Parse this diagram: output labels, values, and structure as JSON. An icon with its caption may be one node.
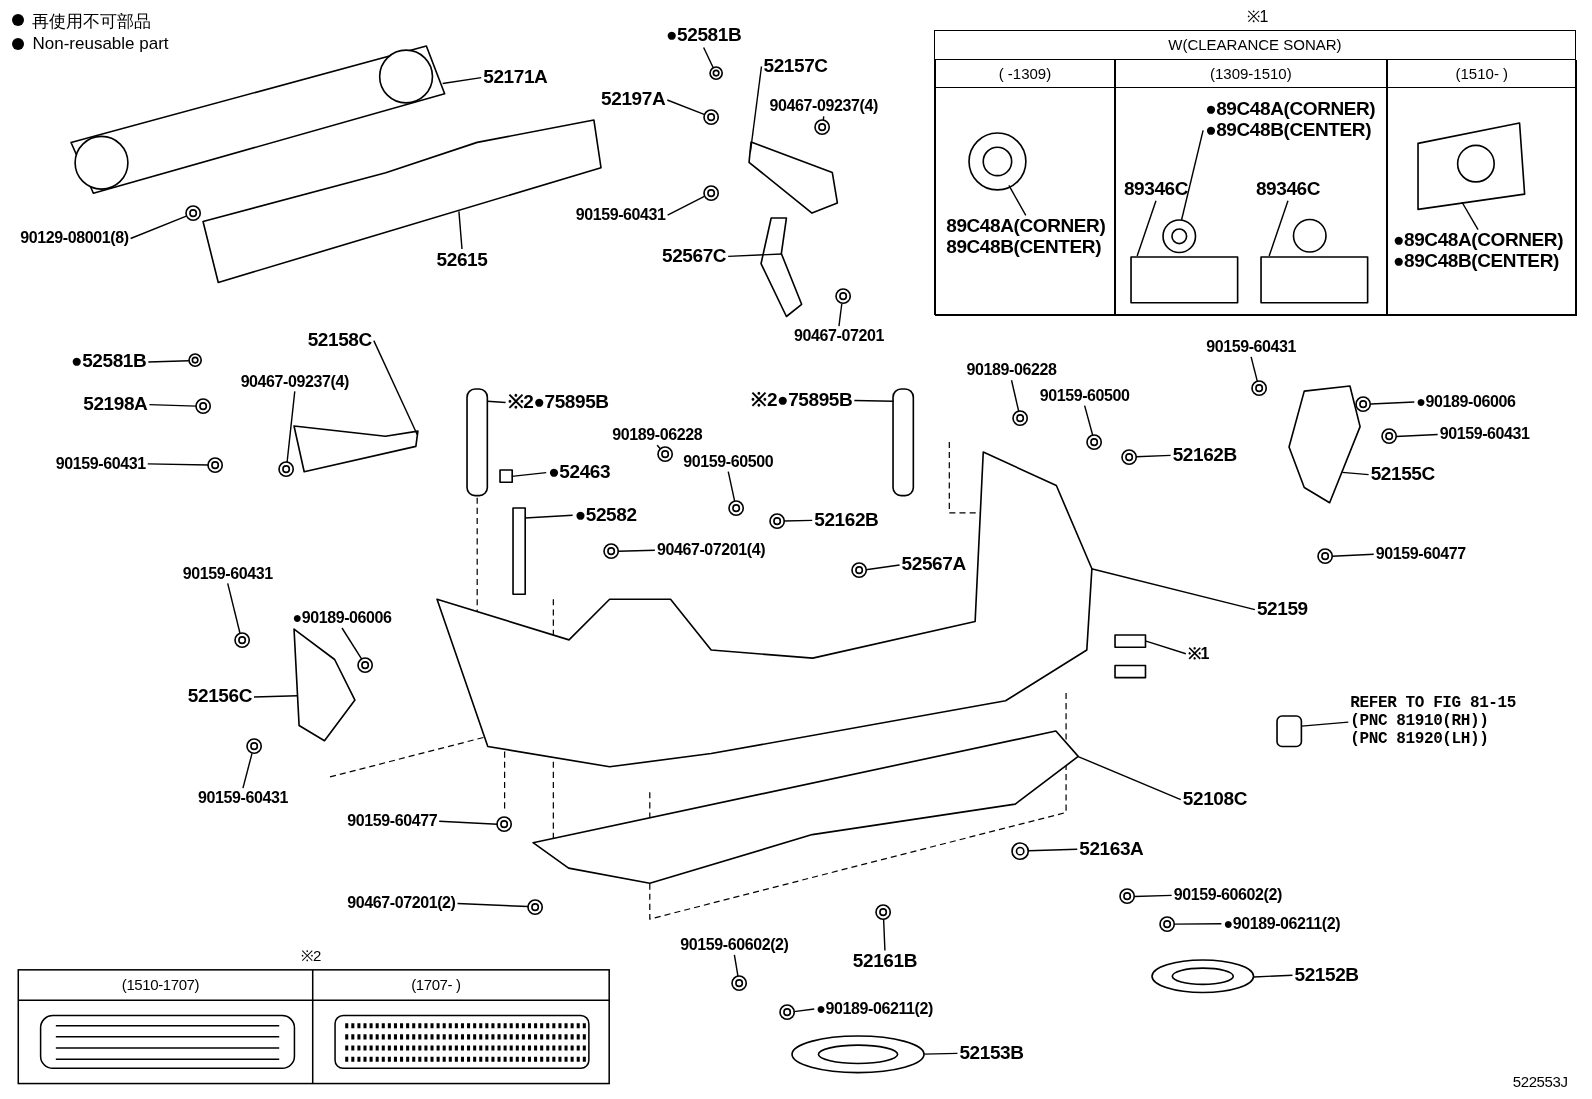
{
  "diagram": {
    "nodes": [
      {
        "text": [
          "90129-08001(8)"
        ]
      },
      {
        "text": [
          "52171A"
        ]
      },
      {
        "text": [
          "52615"
        ]
      },
      {
        "text": [
          "●52581B"
        ]
      },
      {
        "text": [
          "52197A"
        ]
      },
      {
        "text": [
          "52157C"
        ]
      },
      {
        "text": [
          "90467-09237(4)"
        ]
      },
      {
        "text": [
          "90159-60431"
        ]
      },
      {
        "text": [
          "52567C"
        ]
      },
      {
        "text": [
          "90467-07201"
        ]
      },
      {
        "text": [
          "W(CLEARANCE SONAR)"
        ],
        "beside": [
          "※1"
        ]
      },
      {
        "text": [
          "( -1309)"
        ],
        "in": 10
      },
      {
        "text": [
          "89C48A(CORNER)"
        ],
        "in": 11
      },
      {
        "text": [
          "89C48B(CENTER)"
        ],
        "in": 11
      },
      {
        "text": [
          "(1309-1510)"
        ],
        "in": 10
      },
      {
        "text": [
          "●89C48A(CORNER)"
        ],
        "in": 14
      },
      {
        "text": [
          "●89C48B(CENTER)"
        ],
        "in": 14
      },
      {
        "text": [
          "89346C"
        ],
        "in": 14
      },
      {
        "text": [
          "89346C"
        ],
        "in": 14
      },
      {
        "text": [
          "(1510- )"
        ],
        "in": 10
      },
      {
        "text": [
          "●89C48A(CORNER)"
        ],
        "in": 19
      },
      {
        "text": [
          "●89C48B(CENTER)"
        ],
        "in": 19
      },
      {
        "text": [
          "●52581B"
        ]
      },
      {
        "text": [
          "52198A"
        ]
      },
      {
        "text": [
          "90159-60431"
        ]
      },
      {
        "text": [
          "52158C"
        ]
      },
      {
        "text": [
          "90467-09237(4)"
        ]
      },
      {
        "text": [
          "※2●75895B"
        ]
      },
      {
        "text": [
          "●52463"
        ]
      },
      {
        "text": [
          "●52582"
        ]
      },
      {
        "text": [
          "90189-06228"
        ]
      },
      {
        "text": [
          "90159-60500"
        ]
      },
      {
        "text": [
          "52162B"
        ]
      },
      {
        "text": [
          "90467-07201(4)"
        ]
      },
      {
        "text": [
          "※2●75895B"
        ]
      },
      {
        "text": [
          "90189-06228"
        ]
      },
      {
        "text": [
          "90159-60500"
        ]
      },
      {
        "text": [
          "52162B"
        ]
      },
      {
        "text": [
          "52567A"
        ]
      },
      {
        "text": [
          "90159-60431"
        ]
      },
      {
        "text": [
          "●90189-06006"
        ]
      },
      {
        "text": [
          "90159-60431"
        ]
      },
      {
        "text": [
          "52155C"
        ]
      },
      {
        "text": [
          "90159-60477"
        ]
      },
      {
        "text": [
          "52159"
        ]
      },
      {
        "text": [
          "※1"
        ]
      },
      {
        "text": [
          "REFER TO FIG 81-15 (PNC 81910(RH)) (PNC 81920(LH))"
        ]
      },
      {
        "text": [
          "90159-60431"
        ]
      },
      {
        "text": [
          "●90189-06006"
        ]
      },
      {
        "text": [
          "52156C"
        ]
      },
      {
        "text": [
          "90159-60431"
        ]
      },
      {
        "text": [
          "90159-60477"
        ]
      },
      {
        "text": [
          "52108C"
        ]
      },
      {
        "text": [
          "52163A"
        ]
      },
      {
        "text": [
          "90467-07201(2)"
        ]
      },
      {
        "text": [
          "52161B"
        ]
      },
      {
        "text": [
          "90159-60602(2)"
        ]
      },
      {
        "text": [
          "●90189-06211(2)"
        ]
      },
      {
        "text": [
          "52152B"
        ]
      },
      {
        "text": [
          "90159-60602(2)"
        ]
      },
      {
        "text": [
          "●90189-06211(2)"
        ]
      },
      {
        "text": [
          "52153B"
        ]
      },
      {
        "text": [],
        "shape": "picture"
      },
      {
        "text": [],
        "shape": "picture"
      },
      {
        "text": [],
        "shape": "picture"
      },
      {
        "text": [],
        "shape": "picture"
      },
      {
        "text": [],
        "shape": "picture"
      },
      {
        "text": [],
        "shape": "picture"
      },
      {
        "text": [],
        "shape": "picture"
      },
      {
        "text": [],
        "shape": "picture"
      },
      {
        "text": [],
        "shape": "picture"
      },
      {
        "text": [],
        "shape": "picture"
      },
      {
        "text": [],
        "shape": "picture",
        "in": 11
      },
      {
        "text": [],
        "shape": "picture",
        "in": 14
      },
      {
        "text": [],
        "shape": "box",
        "in": 14
      },
      {
        "text": [],
        "shape": "box",
        "in": 14
      },
      {
        "text": [],
        "shape": "picture",
        "in": 19
      },
      {
        "text": [],
        "shape": "picture"
      },
      {
        "text": [],
        "shape": "picture"
      },
      {
        "text": [],
        "shape": "picture"
      },
      {
        "text": [],
        "shape": "picture"
      },
      {
        "text": [],
        "shape": "picture"
      },
      {
        "text": [],
        "shape": "box"
      },
      {
        "text": [],
        "shape": "box"
      },
      {
        "text": [],
        "shape": "box"
      },
      {
        "text": [],
        "shape": "picture"
      },
      {
        "text": [],
        "shape": "picture"
      },
      {
        "text": [],
        "shape": "picture"
      },
      {
        "text": [],
        "shape": "picture"
      },
      {
        "text": [],
        "shape": "box"
      },
      {
        "text": [],
        "shape": "picture"
      },
      {
        "text": [],
        "shape": "picture"
      },
      {
        "text": [],
        "shape": "picture"
      },
      {
        "text": [],
        "shape": "picture"
      },
      {
        "text": [],
        "shape": "picture"
      },
      {
        "text": [],
        "shape": "picture"
      },
      {
        "text": [],
        "shape": "picture"
      },
      {
        "text": [],
        "shape": "picture"
      },
      {
        "text": [],
        "shape": "picture"
      },
      {
        "text": [],
        "shape": "picture"
      },
      {
        "text": [],
        "shape": "picture"
      },
      {
        "text": [],
        "shape": "box"
      },
      {
        "text": [],
        "shape": "picture"
      },
      {
        "text": [],
        "shape": "picture"
      },
      {
        "text": [],
        "shape": "picture"
      },
      {
        "text": [],
        "shape": "picture"
      },
      {
        "text": [],
        "shape": "picture"
      },
      {
        "text": [],
        "shape": "picture"
      },
      {
        "text": [],
        "shape": "picture"
      },
      {
        "text": [],
        "shape": "picture"
      },
      {
        "text": [],
        "shape": "picture"
      },
      {
        "text": [],
        "shape": "picture"
      },
      {
        "text": [],
        "shape": "picture"
      },
      {
        "text": [],
        "shape": "picture"
      },
      {
        "text": [],
        "shape": "picture"
      },
      {
        "text": [],
        "shape": "picture"
      },
      {
        "text": [],
        "shape": "picture"
      }
    ],
    "edges": [
      {
        "from": 0,
        "to": 62,
        "arrow": "none"
      },
      {
        "from": 1,
        "to": 63,
        "arrow": "none"
      },
      {
        "from": 2,
        "to": 64,
        "arrow": "none"
      },
      {
        "from": 3,
        "to": 65,
        "arrow": "none"
      },
      {
        "from": 4,
        "to": 66,
        "arrow": "none"
      },
      {
        "from": 5,
        "to": 67,
        "arrow": "none"
      },
      {
        "from": 6,
        "to": 68,
        "arrow": "none"
      },
      {
        "from": 7,
        "to": 69,
        "arrow": "none"
      },
      {
        "from": 8,
        "to": 70,
        "arrow": "none"
      },
      {
        "from": 9,
        "to": 71,
        "arrow": "none"
      },
      {
        "from": 12,
        "to": 72,
        "arrow": "none"
      },
      {
        "from": 16,
        "to": 73,
        "arrow": "none"
      },
      {
        "from": 17,
        "to": 74,
        "arrow": "none"
      },
      {
        "from": 18,
        "to": 75,
        "arrow": "none"
      },
      {
        "from": 20,
        "to": 76,
        "arrow": "none"
      },
      {
        "from": 22,
        "to": 77,
        "arrow": "none"
      },
      {
        "from": 23,
        "to": 78,
        "arrow": "none"
      },
      {
        "from": 24,
        "to": 79,
        "arrow": "none"
      },
      {
        "from": 25,
        "to": 80,
        "arrow": "none"
      },
      {
        "from": 26,
        "to": 81,
        "arrow": "none"
      },
      {
        "from": 27,
        "to": 82,
        "arrow": "none"
      },
      {
        "from": 28,
        "to": 83,
        "arrow": "none"
      },
      {
        "from": 29,
        "to": 84,
        "arrow": "none"
      },
      {
        "from": 30,
        "to": 85,
        "arrow": "none"
      },
      {
        "from": 31,
        "to": 86,
        "arrow": "none"
      },
      {
        "from": 32,
        "to": 87,
        "arrow": "none"
      },
      {
        "from": 33,
        "to": 88,
        "arrow": "none"
      },
      {
        "from": 34,
        "to": 89,
        "arrow": "none"
      },
      {
        "from": 35,
        "to": 90,
        "arrow": "none"
      },
      {
        "from": 36,
        "to": 91,
        "arrow": "none"
      },
      {
        "from": 37,
        "to": 92,
        "arrow": "none"
      },
      {
        "from": 38,
        "to": 93,
        "arrow": "none"
      },
      {
        "from": 39,
        "to": 94,
        "arrow": "none"
      },
      {
        "from": 40,
        "to": 95,
        "arrow": "none"
      },
      {
        "from": 41,
        "to": 96,
        "arrow": "none"
      },
      {
        "from": 42,
        "to": 97,
        "arrow": "none"
      },
      {
        "from": 43,
        "to": 98,
        "arrow": "none"
      },
      {
        "from": 44,
        "to": 99,
        "arrow": "none"
      },
      {
        "from": 45,
        "to": 100,
        "arrow": "none"
      },
      {
        "from": 46,
        "to": 101,
        "arrow": "none"
      },
      {
        "from": 47,
        "to": 102,
        "arrow": "none"
      },
      {
        "from": 48,
        "to": 103,
        "arrow": "none"
      },
      {
        "from": 49,
        "to": 104,
        "arrow": "none"
      },
      {
        "from": 50,
        "to": 105,
        "arrow": "none"
      },
      {
        "from": 51,
        "to": 106,
        "arrow": "none"
      },
      {
        "from": 52,
        "to": 107,
        "arrow": "none"
      },
      {
        "from": 53,
        "to": 108,
        "arrow": "none"
      },
      {
        "from": 54,
        "to": 109,
        "arrow": "none"
      },
      {
        "from": 55,
        "to": 110,
        "arrow": "none"
      },
      {
        "from": 56,
        "to": 111,
        "arrow": "none"
      },
      {
        "from": 57,
        "to": 112,
        "arrow": "none"
      },
      {
        "from": 58,
        "to": 113,
        "arrow": "none"
      },
      {
        "from": 59,
        "to": 114,
        "arrow": "none"
      },
      {
        "from": 60,
        "to": 115,
        "arrow": "none"
      },
      {
        "from": 61,
        "to": 116,
        "arrow": "none"
      }
    ],
    "labels": [
      "※2",
      "(1510-1707)",
      "(1707- )",
      "522553J"
    ],
    "legend": [
      {
        "text": "再使用不可部品"
      },
      {
        "text": "Non-reusable part"
      }
    ]
  }
}
